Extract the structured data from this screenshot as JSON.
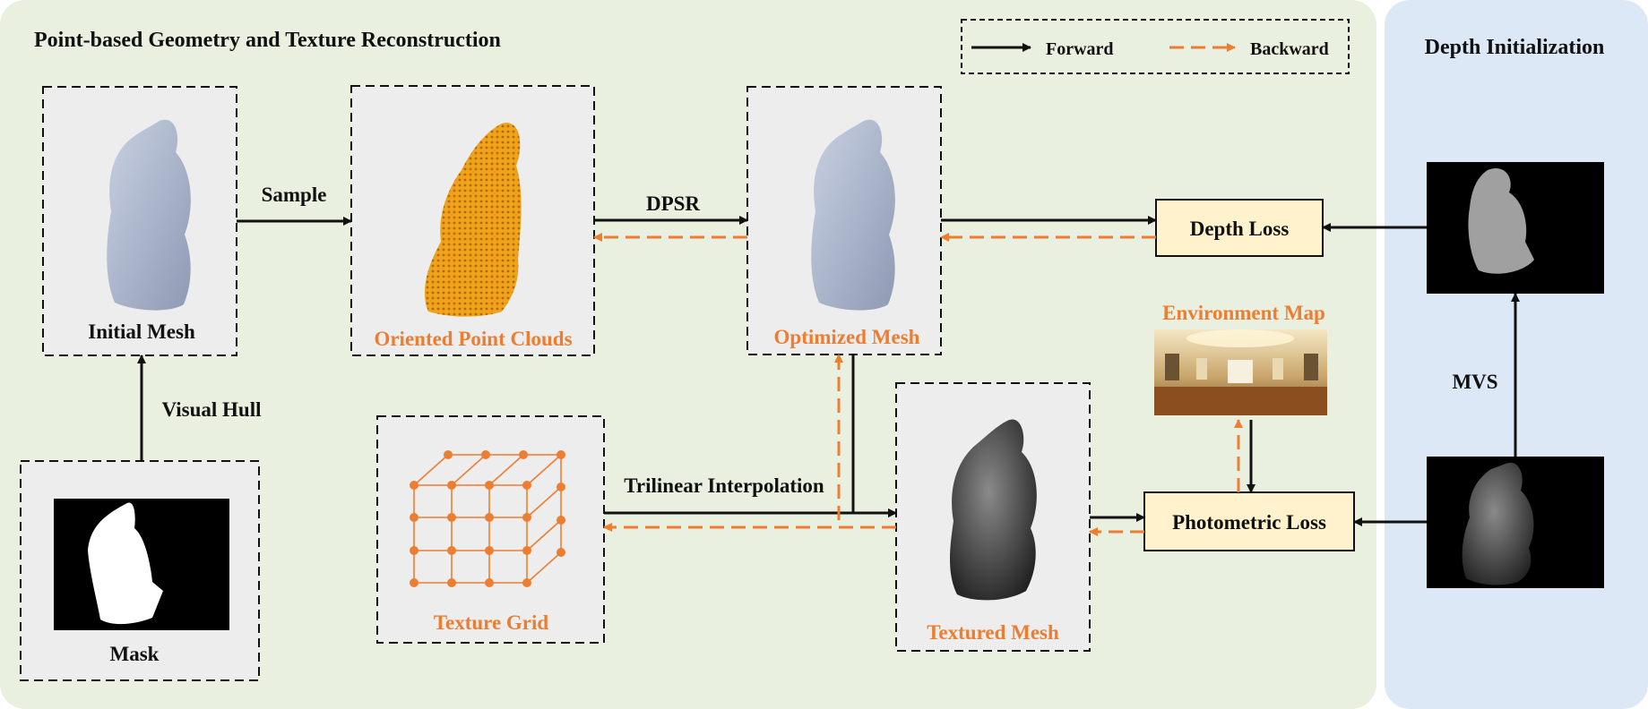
{
  "panels": {
    "main_title": "Point-based Geometry and Texture Reconstruction",
    "side_title": "Depth Initialization"
  },
  "legend": {
    "forward": "Forward",
    "backward": "Backward"
  },
  "nodes": {
    "initial_mesh": "Initial Mesh",
    "oriented_point_clouds": "Oriented Point Clouds",
    "optimized_mesh": "Optimized Mesh",
    "mask": "Mask",
    "texture_grid": "Texture Grid",
    "textured_mesh": "Textured Mesh",
    "depth_loss": "Depth Loss",
    "photometric_loss": "Photometric Loss",
    "environment_map": "Environment Map"
  },
  "edges": {
    "sample": "Sample",
    "dpsr": "DPSR",
    "visual_hull": "Visual Hull",
    "trilinear_interpolation": "Trilinear Interpolation",
    "mvs": "MVS"
  },
  "colors": {
    "main_bg": "#EAF0DF",
    "side_bg": "#DCE8F5",
    "box_bg": "#EDEDED",
    "loss_bg": "#FFF2CC",
    "accent": "#ED7D31"
  }
}
